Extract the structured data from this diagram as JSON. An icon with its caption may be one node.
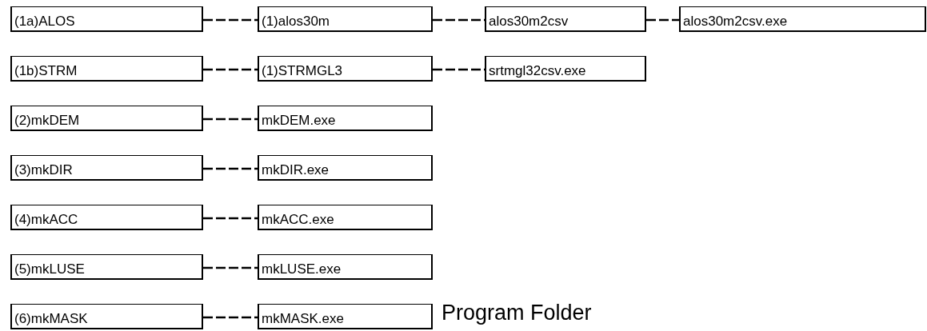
{
  "diagram": {
    "nodes": [
      {
        "text": [
          "(1a)ALOS"
        ]
      },
      {
        "text": [
          "(1)alos30m"
        ]
      },
      {
        "text": [
          "alos30m2csv"
        ]
      },
      {
        "text": [
          "alos30m2csv.exe"
        ]
      },
      {
        "text": [
          "(1b)STRM"
        ]
      },
      {
        "text": [
          "(1)STRMGL3"
        ]
      },
      {
        "text": [
          "srtmgl32csv.exe"
        ]
      },
      {
        "text": [
          "(2)mkDEM"
        ]
      },
      {
        "text": [
          "mkDEM.exe"
        ]
      },
      {
        "text": [
          "(3)mkDIR"
        ]
      },
      {
        "text": [
          "mkDIR.exe"
        ]
      },
      {
        "text": [
          "(4)mkACC"
        ]
      },
      {
        "text": [
          "mkACC.exe"
        ]
      },
      {
        "text": [
          "(5)mkLUSE"
        ]
      },
      {
        "text": [
          "mkLUSE.exe"
        ]
      },
      {
        "text": [
          "(6)mkMASK"
        ]
      },
      {
        "text": [
          "mkMASK.exe"
        ]
      }
    ],
    "edges": [
      {
        "from": 0,
        "to": 1,
        "arrow": "none"
      },
      {
        "from": 1,
        "to": 2,
        "arrow": "none"
      },
      {
        "from": 2,
        "to": 3,
        "arrow": "none"
      },
      {
        "from": 4,
        "to": 5,
        "arrow": "none"
      },
      {
        "from": 5,
        "to": 6,
        "arrow": "none"
      },
      {
        "from": 7,
        "to": 8,
        "arrow": "none"
      },
      {
        "from": 9,
        "to": 10,
        "arrow": "none"
      },
      {
        "from": 11,
        "to": 12,
        "arrow": "none"
      },
      {
        "from": 13,
        "to": 14,
        "arrow": "none"
      },
      {
        "from": 15,
        "to": 16,
        "arrow": "none"
      }
    ],
    "labels": [
      "Program Folder"
    ]
  }
}
